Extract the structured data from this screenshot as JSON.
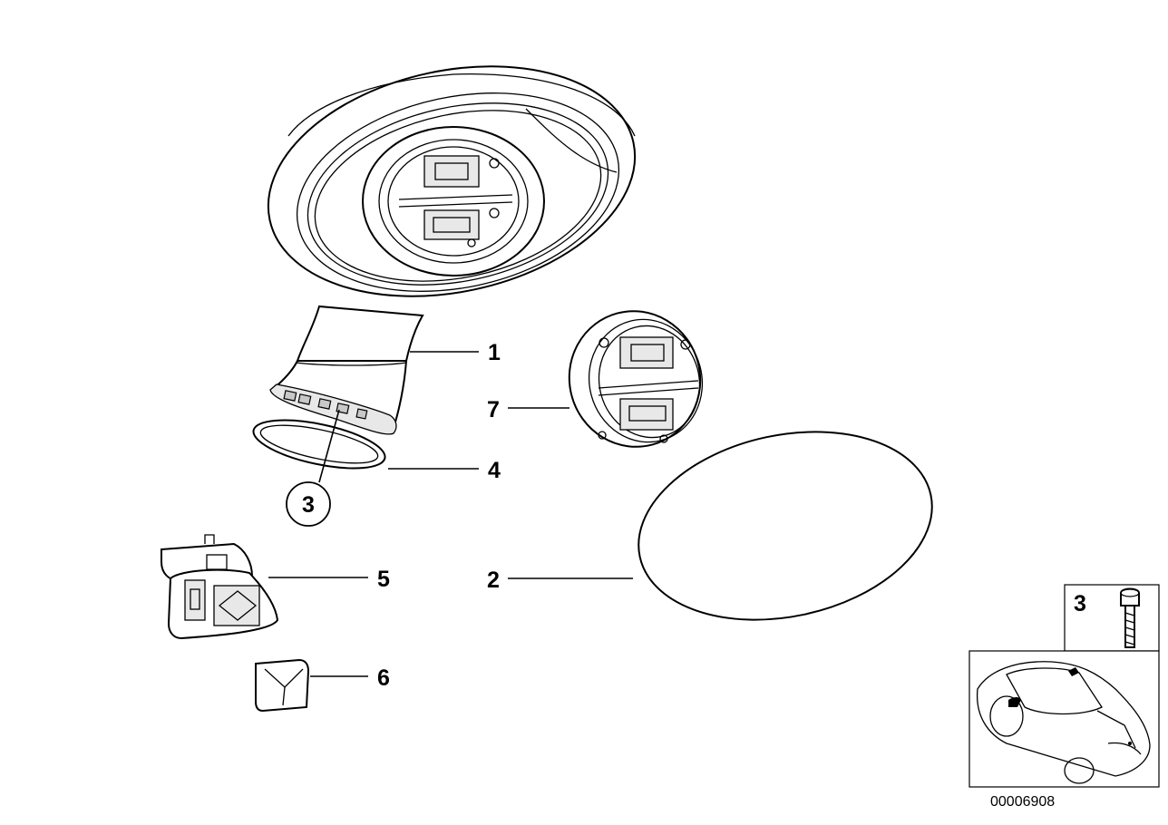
{
  "callouts": {
    "c1": "1",
    "c2": "2",
    "c3_circled": "3",
    "c4": "4",
    "c5": "5",
    "c6": "6",
    "c7": "7",
    "c3_inset": "3"
  },
  "diagram_id": "00006908"
}
